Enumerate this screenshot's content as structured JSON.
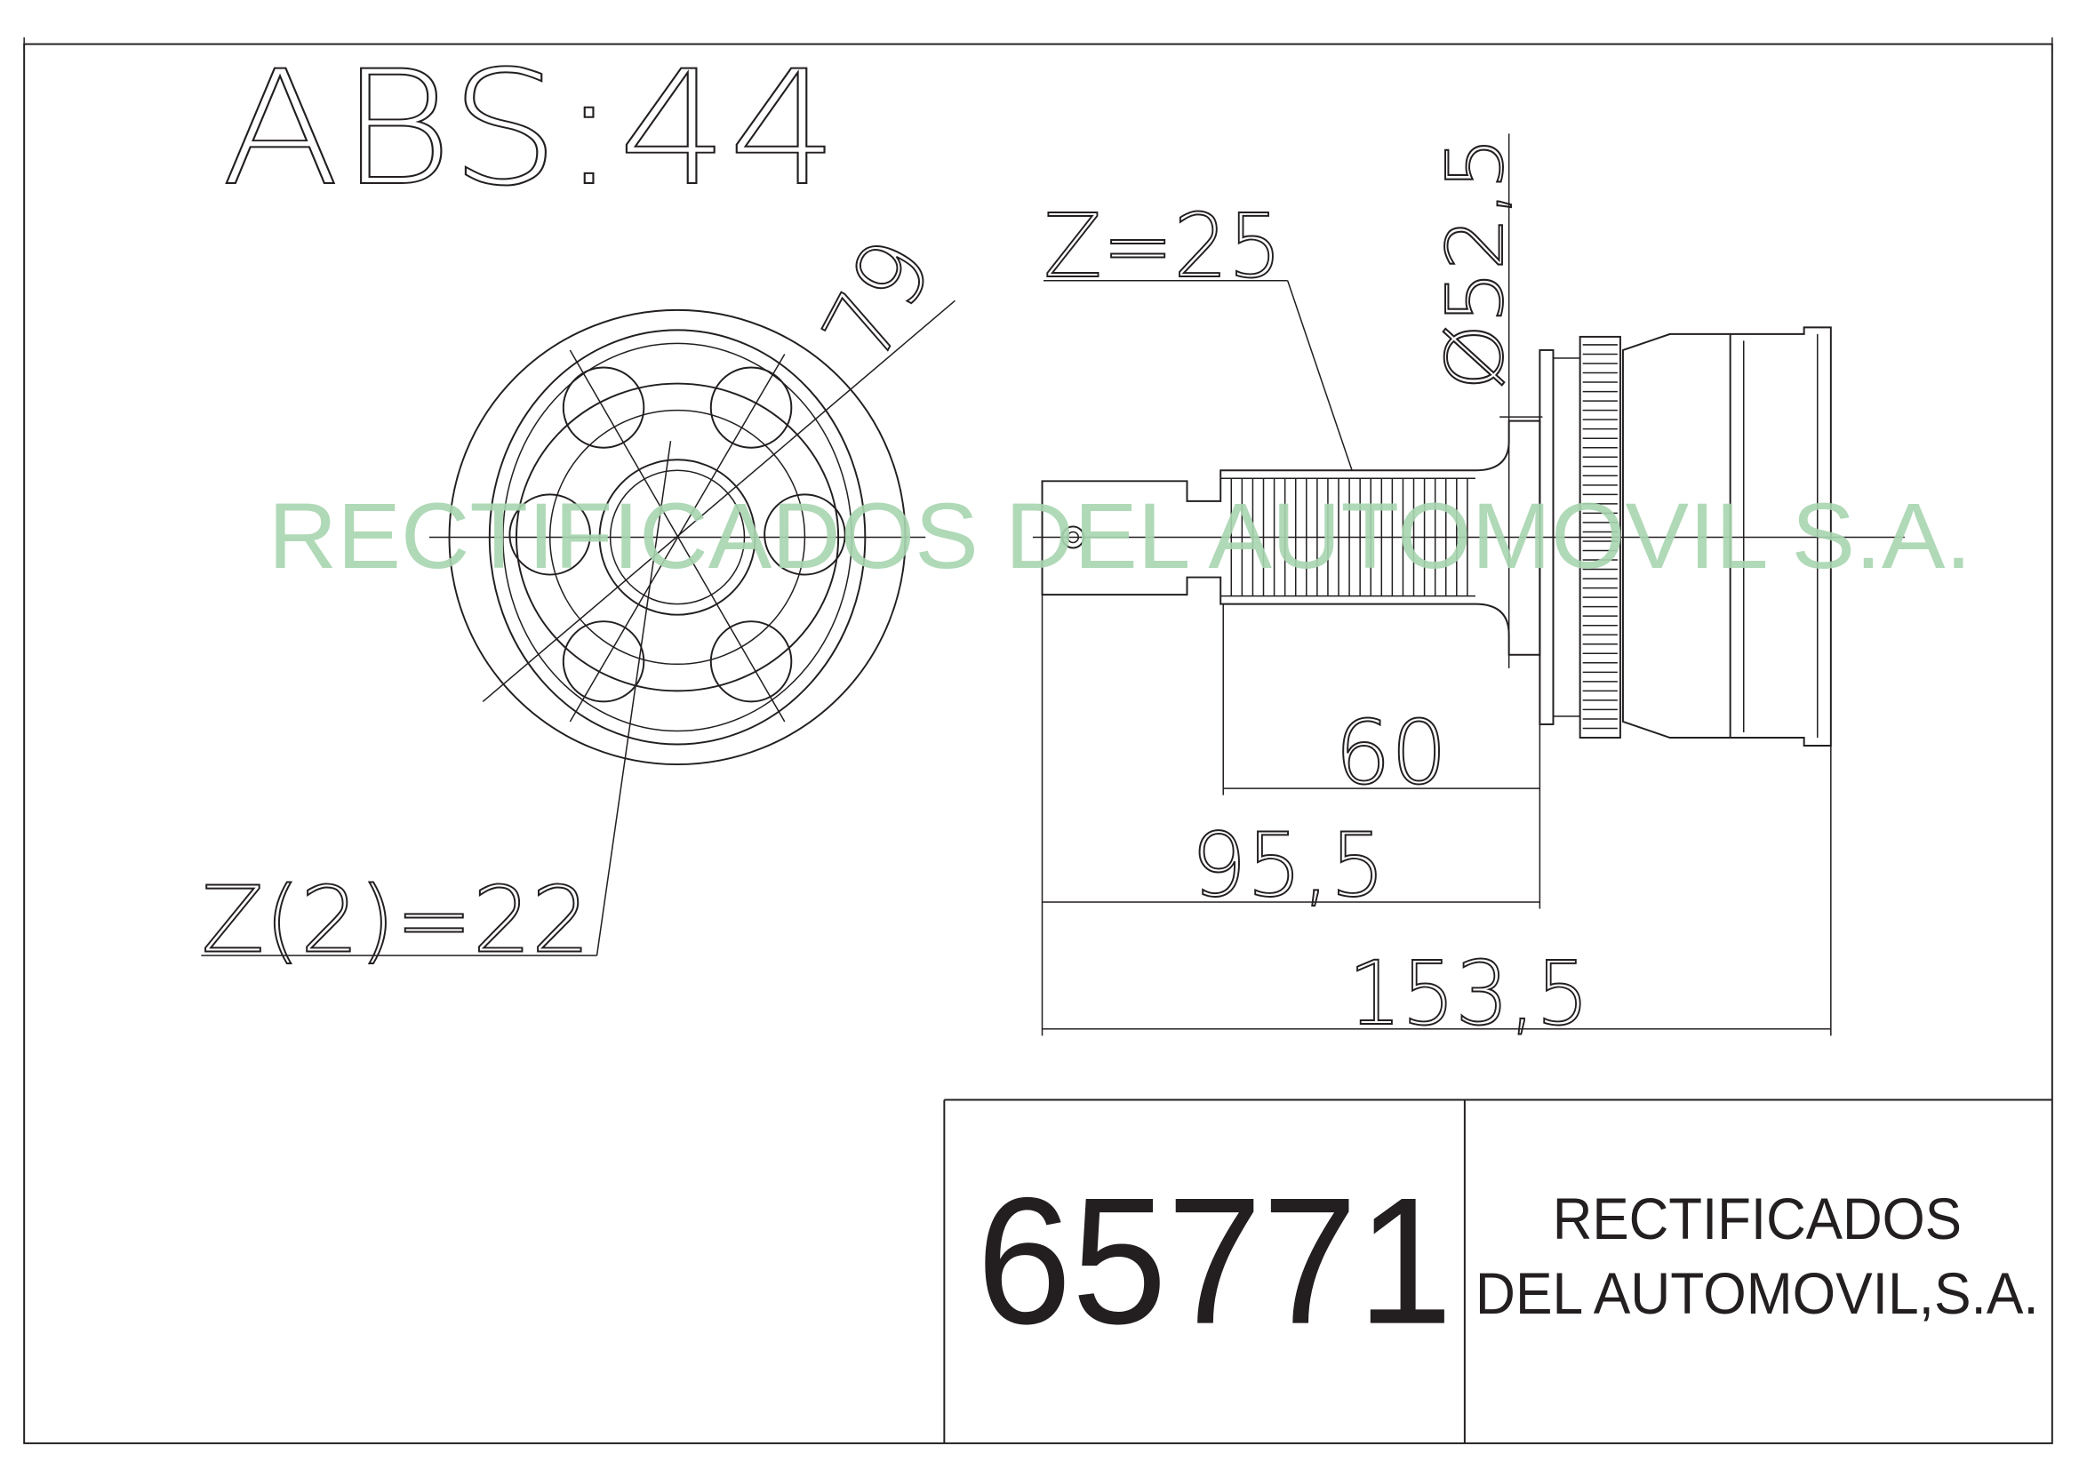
{
  "drawing": {
    "abs_label": "ABS:44",
    "outer_diameter": "79",
    "outer_spline": "Z=25",
    "seal_diameter": "Ø52,5",
    "inner_spline": "Z(2)=22",
    "dim_spline_length": "60",
    "dim_shaft_length": "95,5",
    "dim_total_length": "153,5"
  },
  "watermark": "RECTIFICADOS DEL AUTOMOVIL S.A.",
  "title_block": {
    "part_number": "65771",
    "company_line1": "RECTIFICADOS",
    "company_line2": "DEL AUTOMOVIL,S.A."
  }
}
